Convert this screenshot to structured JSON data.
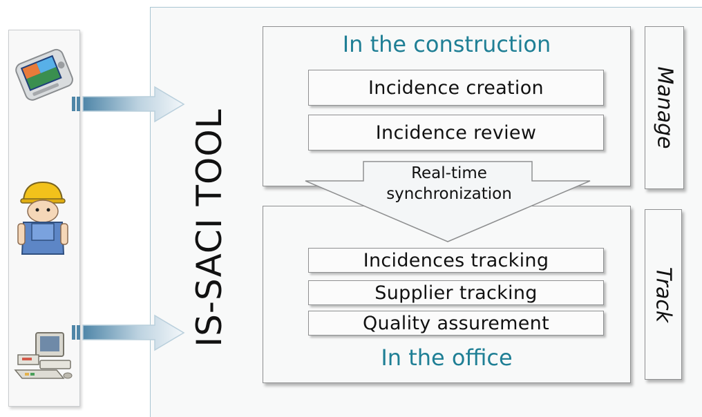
{
  "tool_title": "IS-SACI TOOL",
  "construction": {
    "title": "In the construction",
    "items": [
      "Incidence creation",
      "Incidence review"
    ]
  },
  "sync_label": "Real-time synchronization",
  "office": {
    "title": "In the office",
    "items": [
      "Incidences tracking",
      "Supplier tracking",
      "Quality assurement"
    ]
  },
  "side_labels": {
    "manage": "Manage",
    "track": "Track"
  },
  "icons": [
    "pda-device-icon",
    "construction-worker-icon",
    "office-computer-icon"
  ],
  "colors": {
    "title_teal": "#1f7f95",
    "arrow_blue": "#4f86a8",
    "border": "#8e8f90"
  }
}
